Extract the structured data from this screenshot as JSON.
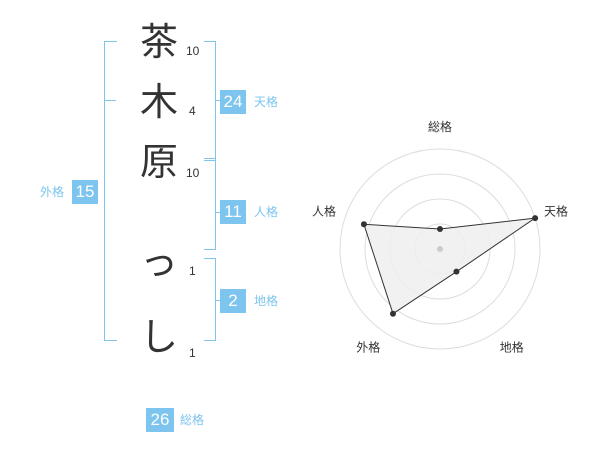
{
  "name_chars": [
    {
      "char": "茶",
      "strokes": "10"
    },
    {
      "char": "木",
      "strokes": "4"
    },
    {
      "char": "原",
      "strokes": "10"
    },
    {
      "char": "っ",
      "strokes": "1"
    },
    {
      "char": "し",
      "strokes": "1"
    }
  ],
  "fortunes": {
    "tenkaku": {
      "value": "24",
      "label": "天格"
    },
    "jinkaku": {
      "value": "11",
      "label": "人格"
    },
    "chikaku": {
      "value": "2",
      "label": "地格"
    },
    "gaikaku": {
      "value": "15",
      "label": "外格"
    },
    "soukaku": {
      "value": "26",
      "label": "総格"
    }
  },
  "colors": {
    "accent": "#7dc4ee",
    "text": "#333333",
    "grid": "#dddddd",
    "fill": "#eeeeee"
  },
  "chart_data": {
    "type": "radar",
    "axes": [
      "総格",
      "天格",
      "地格",
      "外格",
      "人格"
    ],
    "values": [
      0.2,
      1.0,
      0.28,
      0.8,
      0.8
    ],
    "rings": 4
  }
}
